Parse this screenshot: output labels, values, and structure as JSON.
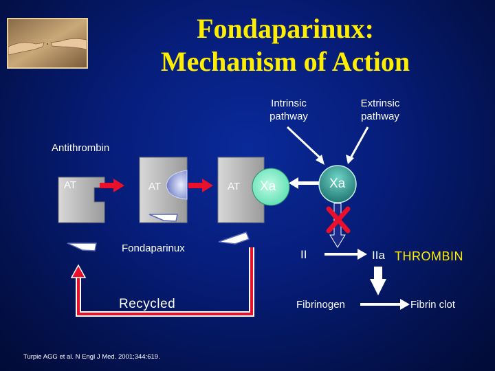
{
  "slide": {
    "title_line1": "Fondaparinux:",
    "title_line2": "Mechanism of Action",
    "intrinsic": [
      "Intrinsic",
      "pathway"
    ],
    "extrinsic": [
      "Extrinsic",
      "pathway"
    ],
    "antithrombin": "Antithrombin",
    "at": "AT",
    "xa": "Xa",
    "fondaparinux": "Fondaparinux",
    "recycled": "Recycled",
    "factor_ii": "II",
    "factor_iia": "IIa",
    "thrombin": "THROMBIN",
    "fibrinogen": "Fibrinogen",
    "fibrin_clot": "Fibrin clot",
    "citation": "Turpie AGG et al. N Engl J Med. 2001;344:619."
  },
  "colors": {
    "title": "#ffee00",
    "background": "#061d7a",
    "arrow_red": "#e8102a",
    "xa_green": "#7ef0c8",
    "xa_teal": "#1f8a86",
    "block_gray": "#b8b8b8",
    "thrombin": "#ffee00"
  },
  "icons": [
    "creation-of-adam-image",
    "inhibition-x-icon"
  ]
}
